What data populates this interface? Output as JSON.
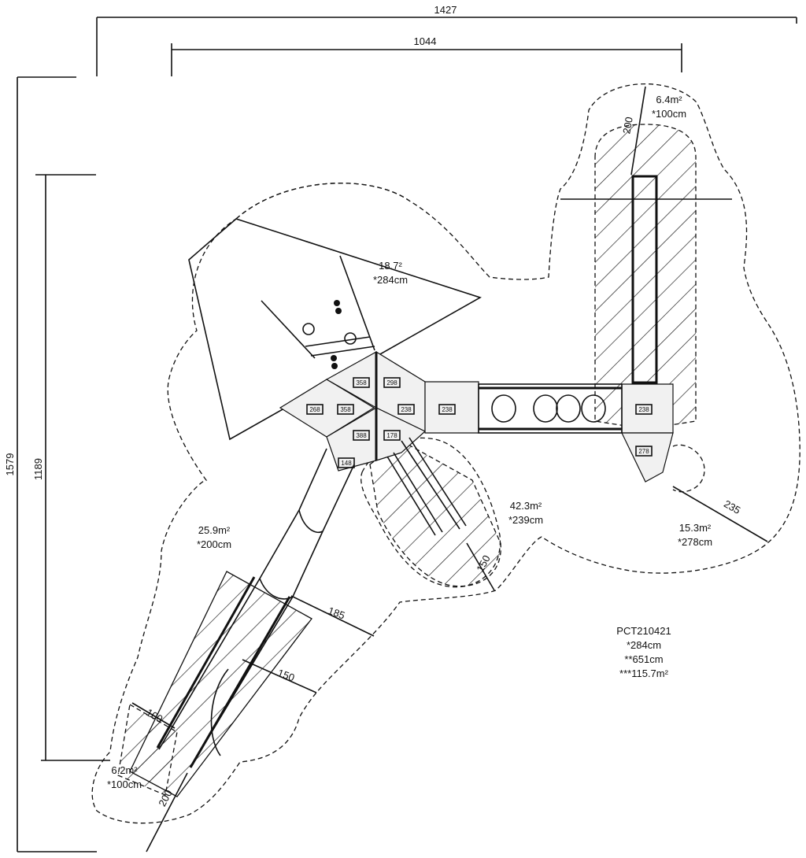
{
  "dimensions": {
    "overall_width": "1427",
    "inner_width": "1044",
    "overall_height": "1579",
    "inner_height": "1189",
    "gap_185": "185",
    "gap_150_slide": "150",
    "gap_150_long": "150",
    "gap_100": "100",
    "gap_200_bottom": "200",
    "gap_200_top": "200",
    "gap_235": "235"
  },
  "zones": {
    "swing": {
      "area": "18.7²",
      "height": "*284cm"
    },
    "slide_left": {
      "area": "25.9m²",
      "height": "*200cm"
    },
    "slide_center": {
      "area": "42.3m²",
      "height": "*239cm"
    },
    "right": {
      "area": "15.3m²",
      "height": "*278cm"
    },
    "top_right": {
      "area": "6.4m²",
      "height": "*100cm"
    },
    "bottom_left": {
      "area": "6.2m²",
      "height": "*100cm"
    }
  },
  "platforms": [
    "358",
    "298",
    "268",
    "358",
    "238",
    "238",
    "388",
    "178",
    "148",
    "238",
    "278"
  ],
  "product": {
    "code": "PCT210421",
    "line1": "*284cm",
    "line2": "**651cm",
    "line3": "***115.7m²"
  }
}
